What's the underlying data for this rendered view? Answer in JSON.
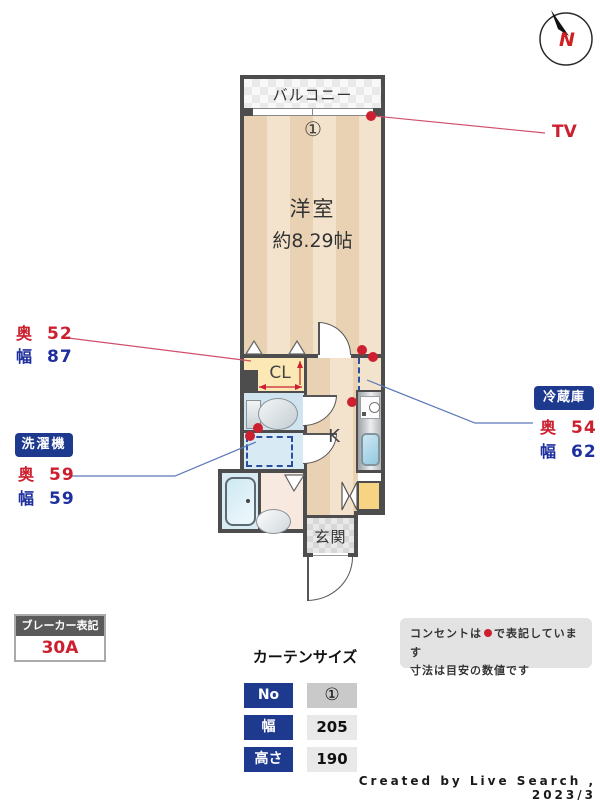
{
  "compass": {
    "north_label": "N"
  },
  "plan": {
    "balcony_label": "バルコニー",
    "curtain_no_marker": "①",
    "room_label": "洋室",
    "room_size_label": "約8.29帖",
    "closet_label": "CL",
    "kitchen_label": "K",
    "entrance_label": "玄関"
  },
  "callouts": {
    "tv_label": "TV",
    "closet": {
      "depth_label": "奥",
      "depth_value": "52",
      "width_label": "幅",
      "width_value": "87"
    },
    "washer": {
      "badge_label": "洗濯機",
      "depth_label": "奥",
      "depth_value": "59",
      "width_label": "幅",
      "width_value": "59"
    },
    "fridge": {
      "badge_label": "冷蔵庫",
      "depth_label": "奥",
      "depth_value": "54",
      "width_label": "幅",
      "width_value": "62"
    }
  },
  "breaker": {
    "title": "ブレーカー表記",
    "value": "30A"
  },
  "curtain_table": {
    "title": "カーテンサイズ",
    "rows": [
      {
        "label": "No",
        "value": "①"
      },
      {
        "label": "幅",
        "value": "205"
      },
      {
        "label": "高さ",
        "value": "190"
      }
    ]
  },
  "note": {
    "line1_before_dot": "コンセントは",
    "line1_after_dot": "で表記しています",
    "line2": "寸法は目安の数値です"
  },
  "footer": {
    "credit": "Created by Live Search , 2023/3"
  },
  "colors": {
    "accent_red": "#cc2030",
    "accent_blue": "#1e3a8f",
    "wall": "#4d4d4d"
  }
}
